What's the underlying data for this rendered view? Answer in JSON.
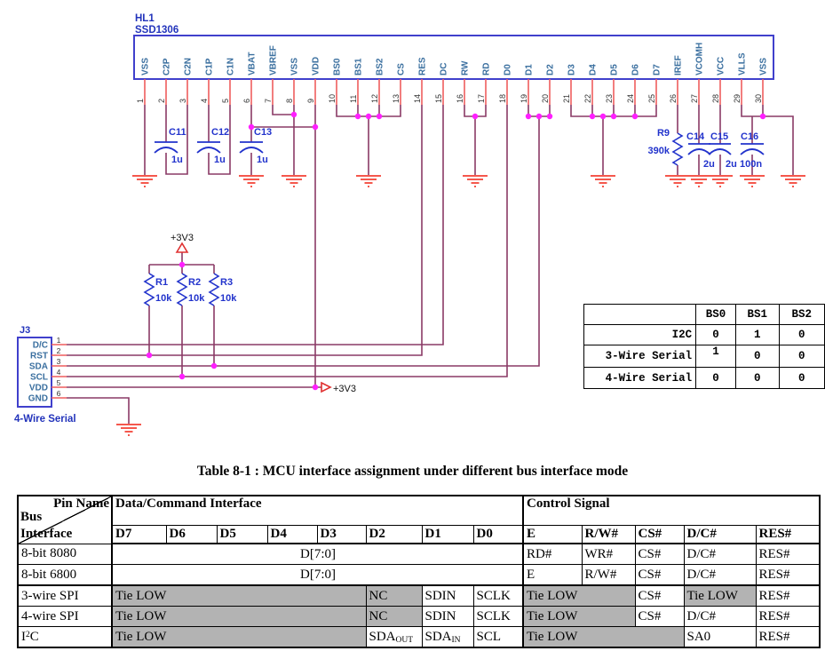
{
  "schematic": {
    "ic": {
      "ref": "HL1",
      "part": "SSD1306",
      "pins": [
        {
          "num": "1",
          "name": "VSS"
        },
        {
          "num": "2",
          "name": "C2P"
        },
        {
          "num": "3",
          "name": "C2N"
        },
        {
          "num": "4",
          "name": "C1P"
        },
        {
          "num": "5",
          "name": "C1N"
        },
        {
          "num": "6",
          "name": "VBAT"
        },
        {
          "num": "7",
          "name": "VBREF"
        },
        {
          "num": "8",
          "name": "VSS"
        },
        {
          "num": "9",
          "name": "VDD"
        },
        {
          "num": "10",
          "name": "BS0"
        },
        {
          "num": "11",
          "name": "BS1"
        },
        {
          "num": "12",
          "name": "BS2"
        },
        {
          "num": "13",
          "name": "CS"
        },
        {
          "num": "14",
          "name": "RES"
        },
        {
          "num": "15",
          "name": "DC"
        },
        {
          "num": "16",
          "name": "RW"
        },
        {
          "num": "17",
          "name": "RD"
        },
        {
          "num": "18",
          "name": "D0"
        },
        {
          "num": "19",
          "name": "D1"
        },
        {
          "num": "20",
          "name": "D2"
        },
        {
          "num": "21",
          "name": "D3"
        },
        {
          "num": "22",
          "name": "D4"
        },
        {
          "num": "23",
          "name": "D5"
        },
        {
          "num": "24",
          "name": "D6"
        },
        {
          "num": "25",
          "name": "D7"
        },
        {
          "num": "26",
          "name": "IREF"
        },
        {
          "num": "27",
          "name": "VCOMH"
        },
        {
          "num": "28",
          "name": "VCC"
        },
        {
          "num": "29",
          "name": "VLLS"
        },
        {
          "num": "30",
          "name": "VSS"
        }
      ]
    },
    "components": [
      {
        "id": "C11",
        "value": "1u"
      },
      {
        "id": "C12",
        "value": "1u"
      },
      {
        "id": "C13",
        "value": "1u"
      },
      {
        "id": "R9",
        "value": "390k"
      },
      {
        "id": "C14",
        "value": "2u"
      },
      {
        "id": "C15",
        "value": "2u"
      },
      {
        "id": "C16",
        "value": "100n"
      },
      {
        "id": "R1",
        "value": "10k"
      },
      {
        "id": "R2",
        "value": "10k"
      },
      {
        "id": "R3",
        "value": "10k"
      }
    ],
    "power_label": "+3V3",
    "connector": {
      "ref": "J3",
      "caption": "4-Wire Serial",
      "pins": [
        {
          "num": "1",
          "label": "D/C"
        },
        {
          "num": "2",
          "label": "RST"
        },
        {
          "num": "3",
          "label": "SDA"
        },
        {
          "num": "4",
          "label": "SCL"
        },
        {
          "num": "5",
          "label": "VDD"
        },
        {
          "num": "6",
          "label": "GND"
        }
      ]
    }
  },
  "bs_table": {
    "col_headers": [
      "BS0",
      "BS1",
      "BS2"
    ],
    "rows": [
      {
        "label": "I2C",
        "values": [
          "0",
          "1",
          "0"
        ],
        "raised": []
      },
      {
        "label": "3-Wire Serial",
        "values": [
          "1",
          "0",
          "0"
        ],
        "raised": [
          0
        ]
      },
      {
        "label": "4-Wire Serial",
        "values": [
          "0",
          "0",
          "0"
        ],
        "raised": []
      }
    ]
  },
  "caption": "Table 8-1 : MCU interface assignment under different bus interface mode",
  "mcu_table": {
    "corner_top": "Pin Name",
    "corner_bottom": [
      "Bus",
      "Interface"
    ],
    "group_headers": [
      {
        "text": "Data/Command Interface",
        "span": 8
      },
      {
        "text": "Control Signal",
        "span": 5
      }
    ],
    "col_headers": [
      "D7",
      "D6",
      "D5",
      "D4",
      "D3",
      "D2",
      "D1",
      "D0",
      "E",
      "R/W#",
      "CS#",
      "D/C#",
      "RES#"
    ],
    "rows": [
      [
        {
          "parts": [
            {
              "t": "8-bit 8080"
            }
          ]
        },
        {
          "parts": [
            {
              "t": "D[7:0]"
            }
          ],
          "span": 8,
          "center": true
        },
        {
          "parts": [
            {
              "t": "RD#"
            }
          ]
        },
        {
          "parts": [
            {
              "t": "WR#"
            }
          ]
        },
        {
          "parts": [
            {
              "t": "CS#"
            }
          ]
        },
        {
          "parts": [
            {
              "t": "D/C#"
            }
          ]
        },
        {
          "parts": [
            {
              "t": "RES#"
            }
          ]
        }
      ],
      [
        {
          "parts": [
            {
              "t": "8-bit 6800"
            }
          ]
        },
        {
          "parts": [
            {
              "t": "D[7:0]"
            }
          ],
          "span": 8,
          "center": true
        },
        {
          "parts": [
            {
              "t": "E"
            }
          ]
        },
        {
          "parts": [
            {
              "t": "R/W#"
            }
          ]
        },
        {
          "parts": [
            {
              "t": "CS#"
            }
          ]
        },
        {
          "parts": [
            {
              "t": "D/C#"
            }
          ]
        },
        {
          "parts": [
            {
              "t": "RES#"
            }
          ]
        }
      ],
      [
        {
          "parts": [
            {
              "t": "3-wire SPI"
            }
          ]
        },
        {
          "parts": [
            {
              "t": "Tie LOW"
            }
          ],
          "span": 5,
          "gray": true
        },
        {
          "parts": [
            {
              "t": "NC"
            }
          ],
          "gray": true
        },
        {
          "parts": [
            {
              "t": "SDIN"
            }
          ]
        },
        {
          "parts": [
            {
              "t": "SCLK"
            }
          ]
        },
        {
          "parts": [
            {
              "t": "Tie LOW"
            }
          ],
          "span": 2,
          "gray": true
        },
        {
          "parts": [
            {
              "t": "CS#"
            }
          ]
        },
        {
          "parts": [
            {
              "t": "Tie LOW"
            }
          ],
          "gray": true
        },
        {
          "parts": [
            {
              "t": "RES#"
            }
          ]
        }
      ],
      [
        {
          "parts": [
            {
              "t": "4-wire SPI"
            }
          ]
        },
        {
          "parts": [
            {
              "t": "Tie LOW"
            }
          ],
          "span": 5,
          "gray": true
        },
        {
          "parts": [
            {
              "t": "NC"
            }
          ],
          "gray": true
        },
        {
          "parts": [
            {
              "t": "SDIN"
            }
          ]
        },
        {
          "parts": [
            {
              "t": "SCLK"
            }
          ]
        },
        {
          "parts": [
            {
              "t": "Tie LOW"
            }
          ],
          "span": 2,
          "gray": true
        },
        {
          "parts": [
            {
              "t": "CS#"
            }
          ]
        },
        {
          "parts": [
            {
              "t": "D/C#"
            }
          ]
        },
        {
          "parts": [
            {
              "t": "RES#"
            }
          ]
        }
      ],
      [
        {
          "parts": [
            {
              "t": "I"
            },
            {
              "t": "2",
              "sup": true
            },
            {
              "t": "C"
            }
          ]
        },
        {
          "parts": [
            {
              "t": "Tie LOW"
            }
          ],
          "span": 5,
          "gray": true
        },
        {
          "parts": [
            {
              "t": "SDA"
            },
            {
              "t": "OUT",
              "sub": true
            }
          ]
        },
        {
          "parts": [
            {
              "t": "SDA"
            },
            {
              "t": "IN",
              "sub": true
            }
          ]
        },
        {
          "parts": [
            {
              "t": "SCL"
            }
          ]
        },
        {
          "parts": [
            {
              "t": "Tie LOW"
            }
          ],
          "span": 3,
          "gray": true
        },
        {
          "parts": [
            {
              "t": "SA0"
            }
          ]
        },
        {
          "parts": [
            {
              "t": "RES#"
            }
          ]
        }
      ]
    ]
  },
  "colors": {
    "wire": "#8a3a66",
    "stub": "#ef5d5d",
    "ground": "#f4584d",
    "junction": "#ff1fff",
    "component_blue": "#2233cc",
    "ic_border": "#4040cc",
    "pin_text": "#3a6f9f",
    "table_gray": "#b3b3b3"
  }
}
